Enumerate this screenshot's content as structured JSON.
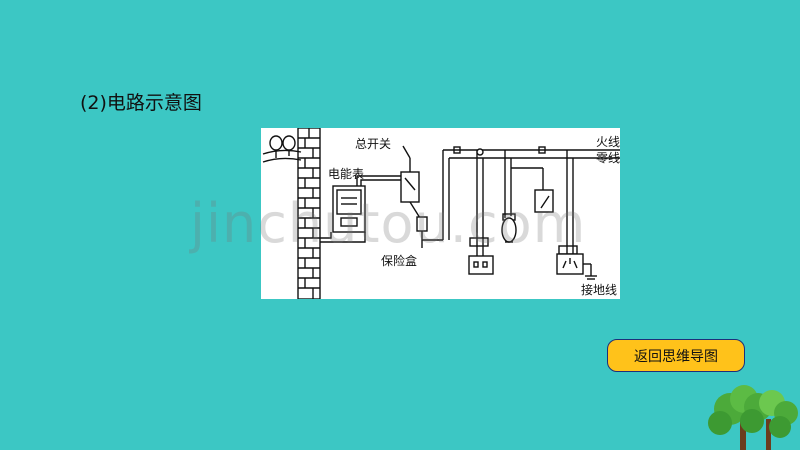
{
  "heading": "(2)电路示意图",
  "diagram": {
    "labels": {
      "main_switch": "总开关",
      "meter": "电能表",
      "live_wire": "火线",
      "neutral_wire": "零线",
      "fuse_box": "保险盒",
      "ground_wire": "接地线"
    }
  },
  "watermark": "jinchutou.com",
  "back_button": "返回思维导图",
  "colors": {
    "background": "#3cc7c4",
    "button": "#ffc21a",
    "button_border": "#1e2f7a"
  }
}
